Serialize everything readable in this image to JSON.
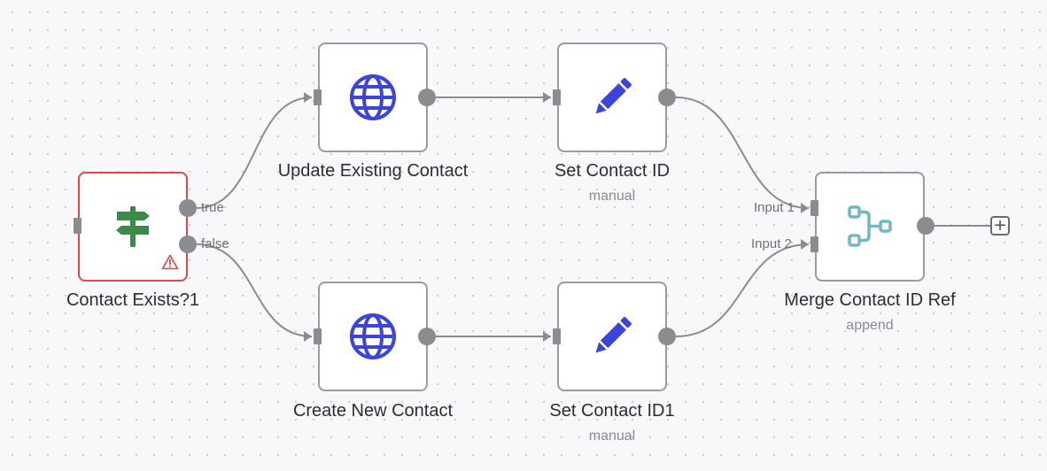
{
  "nodes": {
    "if_node": {
      "title": "Contact Exists?1",
      "branch_true": "true",
      "branch_false": "false",
      "icon": "signpost-icon",
      "status": "warning"
    },
    "update_contact": {
      "title": "Update Existing Contact",
      "icon": "globe-icon"
    },
    "create_contact": {
      "title": "Create New Contact",
      "icon": "globe-icon"
    },
    "set_contact_id": {
      "title": "Set Contact ID",
      "subtitle": "manual",
      "icon": "pencil-icon"
    },
    "set_contact_id1": {
      "title": "Set Contact ID1",
      "subtitle": "manual",
      "icon": "pencil-icon"
    },
    "merge": {
      "title": "Merge Contact ID Ref",
      "subtitle": "append",
      "input_1": "Input 1",
      "input_2": "Input 2",
      "icon": "merge-icon"
    }
  },
  "add_node_label": "+",
  "colors": {
    "canvas_background": "#f8f8fa",
    "node_border": "#9a9a9f",
    "error_border": "#e04848",
    "connection": "#8b8b90",
    "globe_icon": "#3b45d9",
    "pencil_icon": "#3b45d9",
    "signpost_icon": "#3a8a4c",
    "merge_icon": "#6fb8c8",
    "warning": "#e04848"
  }
}
